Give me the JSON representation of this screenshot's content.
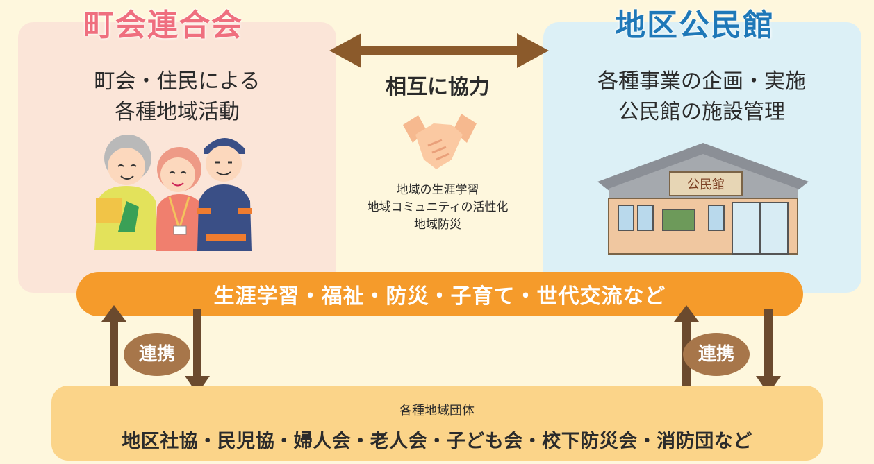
{
  "left": {
    "title": "町会連合会",
    "desc_line1": "町会・住民による",
    "desc_line2": "各種地域活動",
    "title_color": "#ef6f7f"
  },
  "right": {
    "title": "地区公民館",
    "desc_line1": "各種事業の企画・実施",
    "desc_line2": "公民館の施設管理",
    "title_color": "#1f78b8",
    "building_sign": "公民館"
  },
  "center": {
    "mutual": "相互に協力",
    "items": [
      "地域の生涯学習",
      "地域コミュニティの活性化",
      "地域防災"
    ]
  },
  "band": {
    "text": "生涯学習・福祉・防災・子育て・世代交流など",
    "color": "#f59b2b"
  },
  "collab": {
    "left_label": "連携",
    "right_label": "連携"
  },
  "bottom": {
    "caption": "各種地域団体",
    "list": "地区社協・民児協・婦人会・老人会・子ども会・校下防災会・消防団など"
  },
  "icons": [
    "people-illustration",
    "handshake-icon",
    "community-hall-illustration"
  ]
}
